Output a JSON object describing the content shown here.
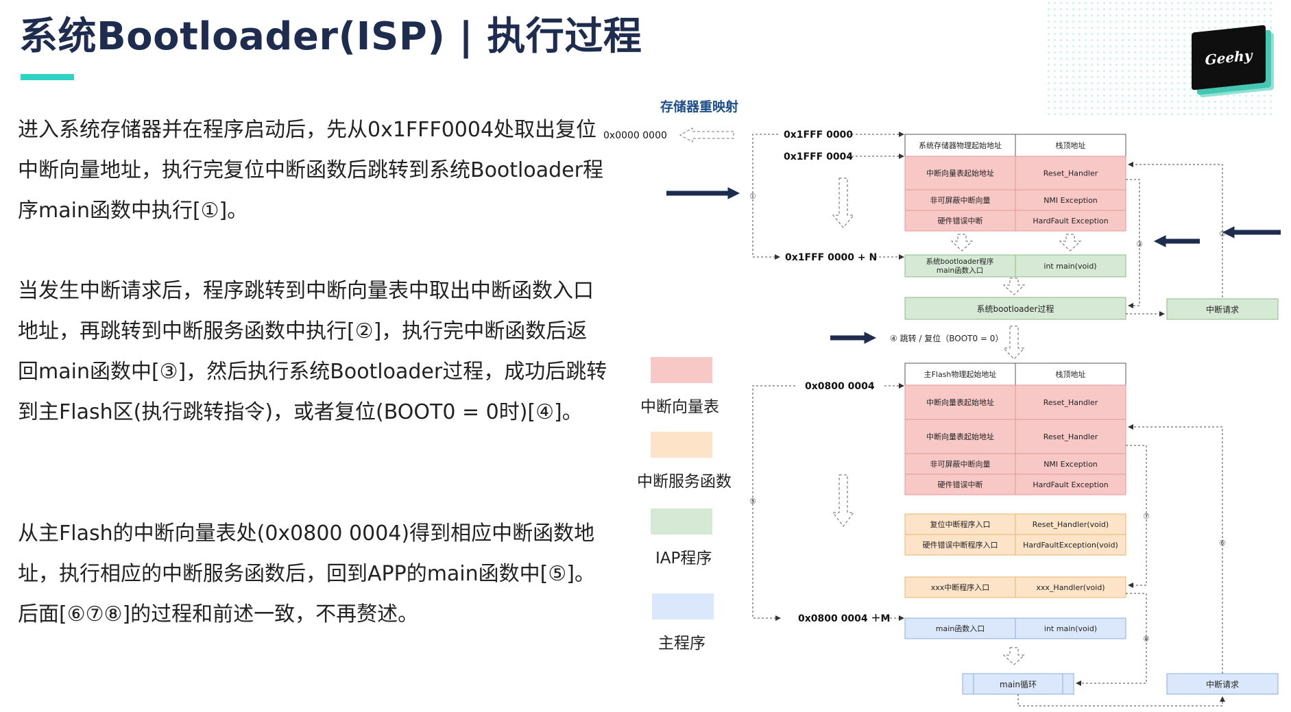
{
  "title": "系统Bootloader(ISP) | 执行过程",
  "logo_text": "Geehy",
  "paragraphs": [
    "进入系统存储器并在程序启动后，先从0x1FFF0004处取出复位中断向量地址，执行完复位中断函数后跳转到系统Bootloader程序main函数中执行[①]。",
    "当发生中断请求后，程序跳转到中断向量表中取出中断函数入口地址，再跳转到中断服务函数中执行[②]，执行完中断函数后返回main函数中[③]，然后执行系统Bootloader过程，成功后跳转到主Flash区(执行跳转指令)，或者复位(BOOT0 = 0时)[④]。",
    "从主Flash的中断向量表处(0x0800 0004)得到相应中断函数地址，执行相应的中断服务函数后，回到APP的main函数中[⑤]。后面[⑥⑦⑧]的过程和前述一致，不再赘述。"
  ],
  "legend": [
    {
      "label": "中断向量表",
      "color": "#f8c8c6"
    },
    {
      "label": "中断服务函数",
      "color": "#fde3c8"
    },
    {
      "label": "IAP程序",
      "color": "#d6e9d4"
    },
    {
      "label": "主程序",
      "color": "#dbe8fb"
    }
  ],
  "diagram": {
    "remap_title": "存储器重映射",
    "remap_addr": "0x0000 0000",
    "addr_sys0": "0x1FFF 0000",
    "addr_sys4": "0x1FFF 0004",
    "addr_sysN": "0x1FFF 0000 + N",
    "addr_main4": "0x0800 0004",
    "addr_mainM": "0x0800 0004 ＋M",
    "jump_label": "④ 跳转 / 复位（BOOT0 = 0）",
    "sys_rows": [
      {
        "l": "系统存储器物理起始地址",
        "r": "栈顶地址",
        "kind": "white"
      },
      {
        "l": "中断向量表起始地址",
        "r": "Reset_Handler",
        "kind": "pink"
      },
      {
        "l": "非可屏蔽中断向量",
        "r": "NMI Exception",
        "kind": "pink"
      },
      {
        "l": "硬件错误中断",
        "r": "HardFault Exception",
        "kind": "pink"
      }
    ],
    "sys_boot_l1": "系统bootloader程序",
    "sys_boot_l2": "main函数入口",
    "sys_boot_r": "int main(void)",
    "sys_process": "系统bootloader过程",
    "irq_req": "中断请求",
    "main_rows": [
      {
        "l": "主Flash物理起始地址",
        "r": "栈顶地址",
        "kind": "white"
      },
      {
        "l": "中断向量表起始地址",
        "r": "Reset_Handler",
        "kind": "pink"
      },
      {
        "l": "中断向量表起始地址",
        "r": "Reset_Handler",
        "kind": "pink"
      },
      {
        "l": "非可屏蔽中断向量",
        "r": "NMI Exception",
        "kind": "pink"
      },
      {
        "l": "硬件错误中断",
        "r": "HardFault Exception",
        "kind": "pink"
      }
    ],
    "isr_rows": [
      {
        "l": "复位中断程序入口",
        "r": "Reset_Handler(void)"
      },
      {
        "l": "硬件错误中断程序入口",
        "r": "HardFaultException(void)"
      }
    ],
    "xxx_l": "xxx中断程序入口",
    "xxx_r": "xxx_Handler(void)",
    "app_main_l": "main函数入口",
    "app_main_r": "int main(void)",
    "main_loop": "main循环",
    "irq_req2": "中断请求",
    "step1": "①",
    "step2": "②",
    "step3": "③",
    "step5": "⑤",
    "step6": "⑥",
    "step7": "⑦",
    "step8": "⑧"
  },
  "colors": {
    "pink": "#f8c8c6",
    "pink_border": "#e09a98",
    "orange": "#fde3c8",
    "orange_border": "#e8b46a",
    "green": "#d6e9d4",
    "green_border": "#8dbb88",
    "blue": "#dbe8fb",
    "blue_border": "#8aaedc",
    "navy": "#1d2c4f",
    "accent": "#2ed3c4"
  }
}
